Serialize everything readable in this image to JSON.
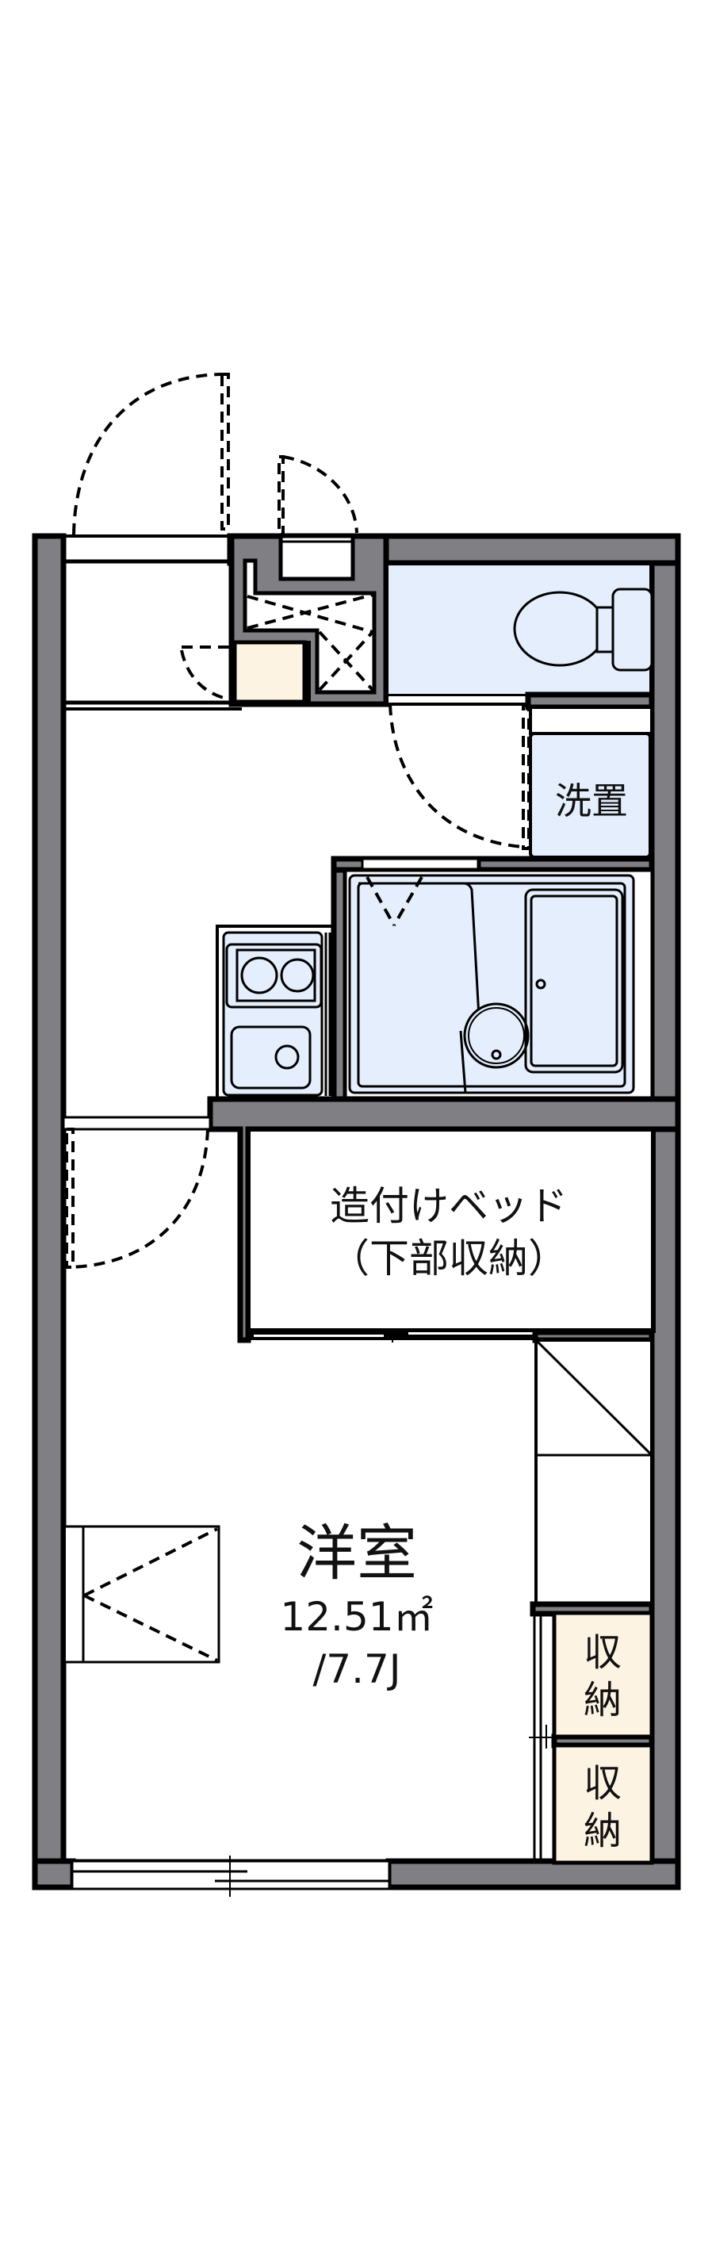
{
  "plan": {
    "colors": {
      "wall": "#807f84",
      "wet_area": "#e4eefc",
      "storage": "#fdf3e2",
      "line": "#000000"
    },
    "rooms": {
      "washer": {
        "label": "洗置"
      },
      "built_in_bed": {
        "line1": "造付けベッド",
        "line2": "（下部収納）"
      },
      "western_room": {
        "label": "洋室",
        "area": "12.51㎡",
        "jou": "/7.7J"
      },
      "storage_1": {
        "line1": "収",
        "line2": "納"
      },
      "storage_2": {
        "line1": "収",
        "line2": "納"
      }
    },
    "fixtures": [
      "entrance-door",
      "shoe-cabinet",
      "toilet",
      "washer-space",
      "kitchen-stove",
      "kitchen-sink",
      "unit-bath",
      "loft-ladder",
      "window"
    ]
  }
}
